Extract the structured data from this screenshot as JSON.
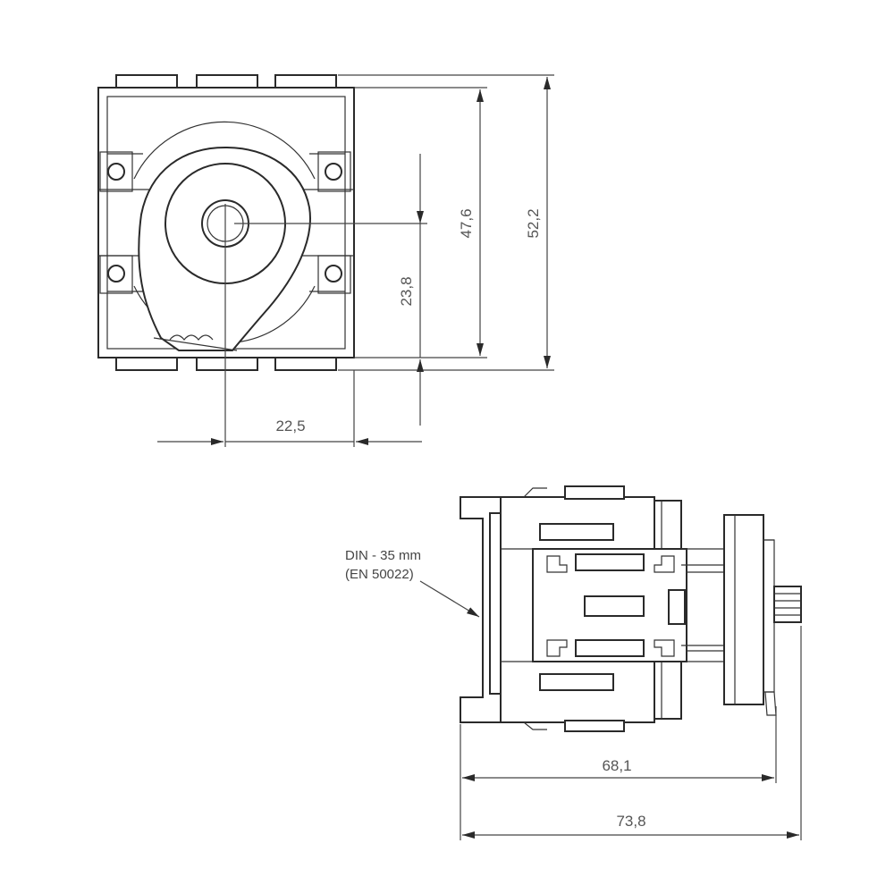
{
  "dimensions": {
    "height_inner": "47,6",
    "height_outer": "52,2",
    "shaft_offset_vertical": "23,8",
    "shaft_offset_horizontal": "22,5",
    "depth_body": "68,1",
    "depth_total": "73,8"
  },
  "notes": {
    "din_rail_line1": "DIN - 35 mm",
    "din_rail_line2": "(EN 50022)"
  }
}
